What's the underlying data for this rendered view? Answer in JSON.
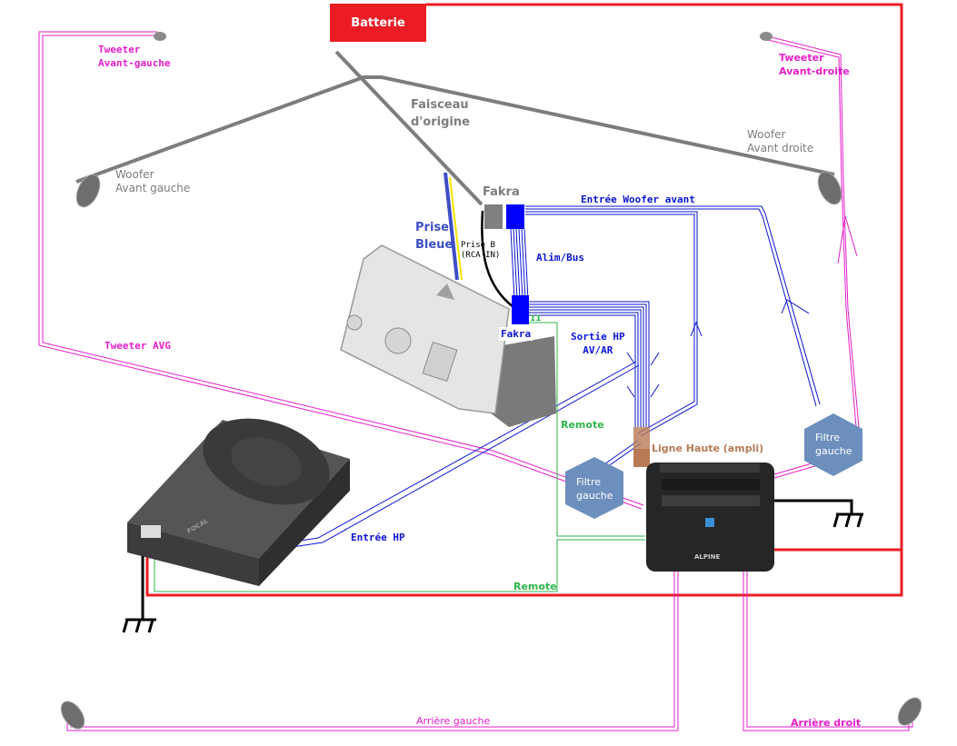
{
  "title": "Schéma de câblage autoradio / ampli / caisson",
  "colors": {
    "power": "#ec1c24",
    "tweeter_wire": "#e61ecb",
    "signal_wire": "#0a14d6",
    "remote_wire": "#2fb44a",
    "harness": "#7d7d7d",
    "filter": "#6d8fbd",
    "high_level": "#b87a55",
    "ground": "#000000"
  },
  "components": {
    "battery": "Batterie",
    "harness": "Faisceau\nd'origine",
    "fakra_top": "Fakra",
    "fakra_bottom": "Fakra",
    "prise_bleue": "Prise\nBleue",
    "prise_b": "Prise B\n(RCA IN)",
    "alim_bus": "Alim/Bus",
    "pin_number": "11",
    "entree_woofer_avant": "Entrée Woofer avant",
    "sortie_hp": "Sortie HP\nAV/AR",
    "ligne_haute": "Ligne Haute (ampli)",
    "entree_hp": "Entrée HP",
    "remote_1": "Remote",
    "remote_2": "Remote",
    "filter_left": "Filtre\ngauche",
    "filter_right": "Filtre\ngauche",
    "tweeter_avg": "Tweeter AVG",
    "amplifier_brand": "ALPINE",
    "subwoofer_brand": "FOCAL"
  },
  "speakers": {
    "tweeter_front_left": "Tweeter\nAvant-gauche",
    "tweeter_front_right": "Tweeter\nAvant-droite",
    "woofer_front_left": "Woofer\nAvant gauche",
    "woofer_front_right": "Woofer\nAvant droite",
    "rear_left": "Arrière gauche",
    "rear_right": "Arrière droit"
  }
}
